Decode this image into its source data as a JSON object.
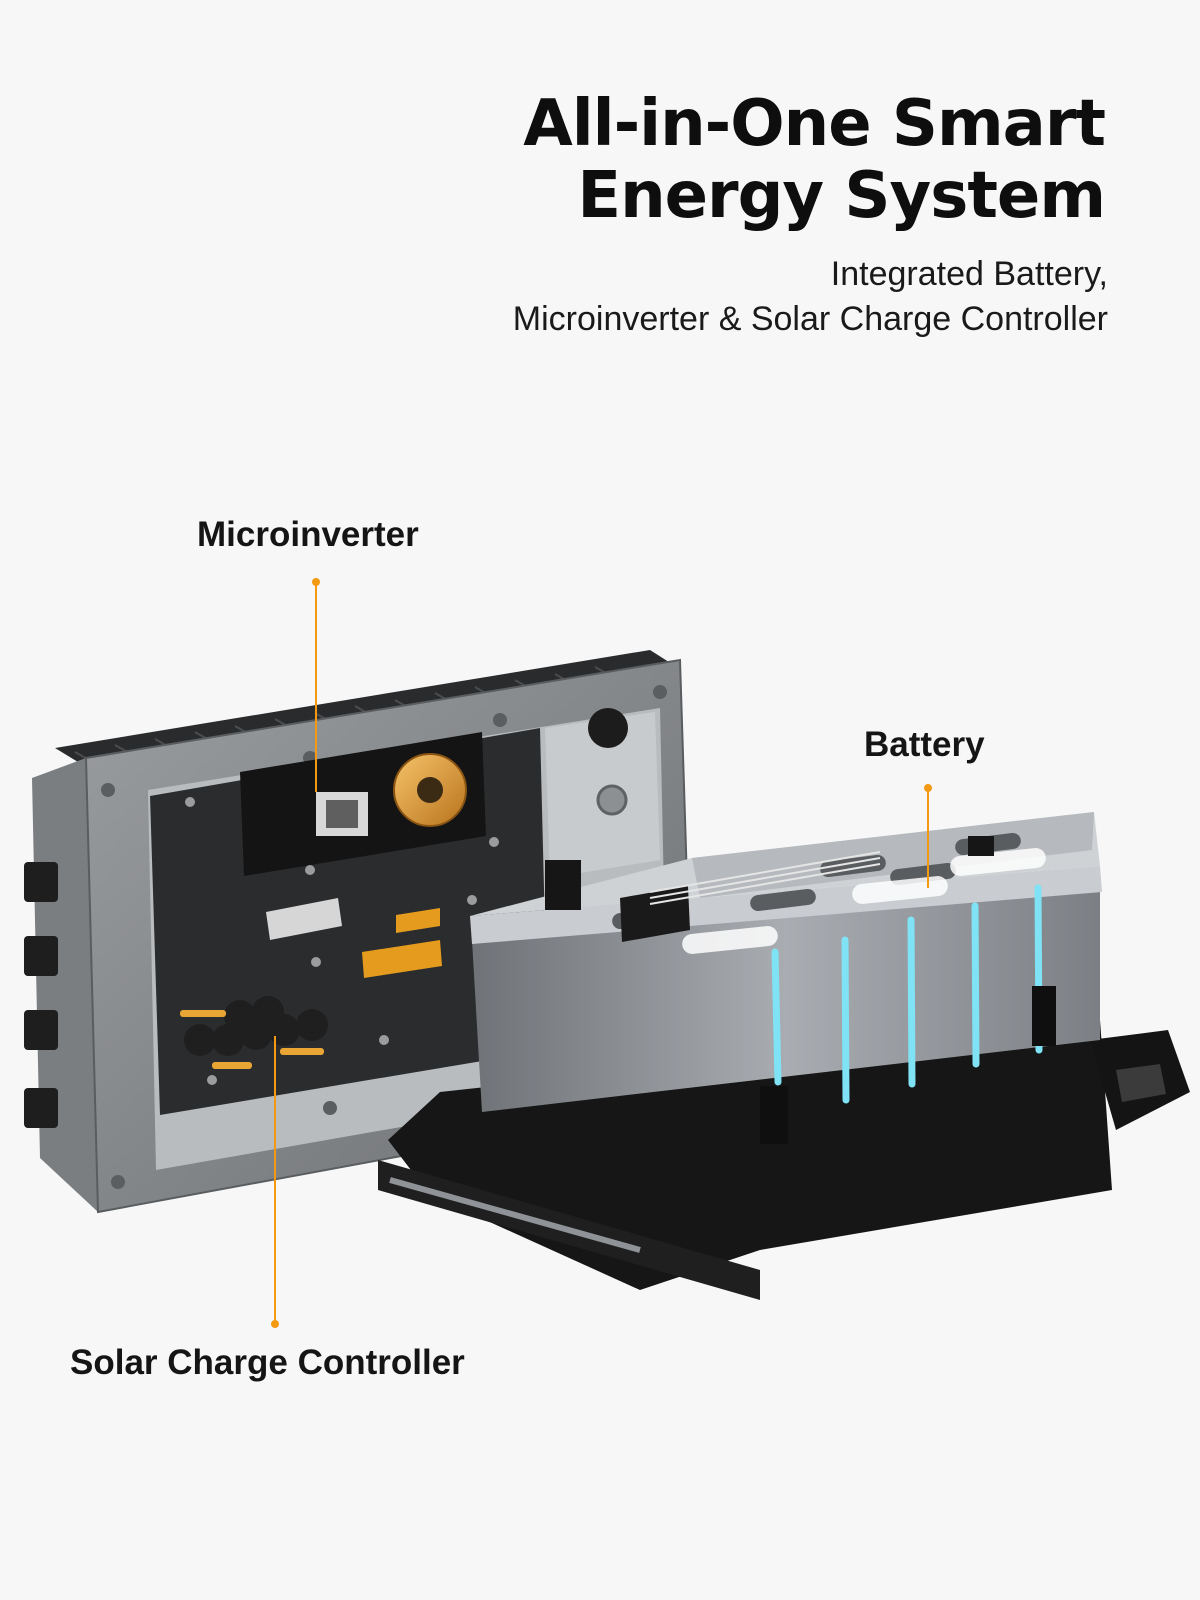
{
  "headline": {
    "line1": "All-in-One Smart",
    "line2": "Energy System"
  },
  "subheadline": {
    "line1": "Integrated Battery,",
    "line2": "Microinverter & Solar Charge Controller"
  },
  "callouts": {
    "microinverter": "Microinverter",
    "battery": "Battery",
    "solar_charge_controller": "Solar Charge Controller"
  },
  "colors": {
    "background": "#f7f7f7",
    "accent": "#f39a12",
    "text": "#0e0e0e",
    "cell_glow": "#7fe3f5"
  }
}
